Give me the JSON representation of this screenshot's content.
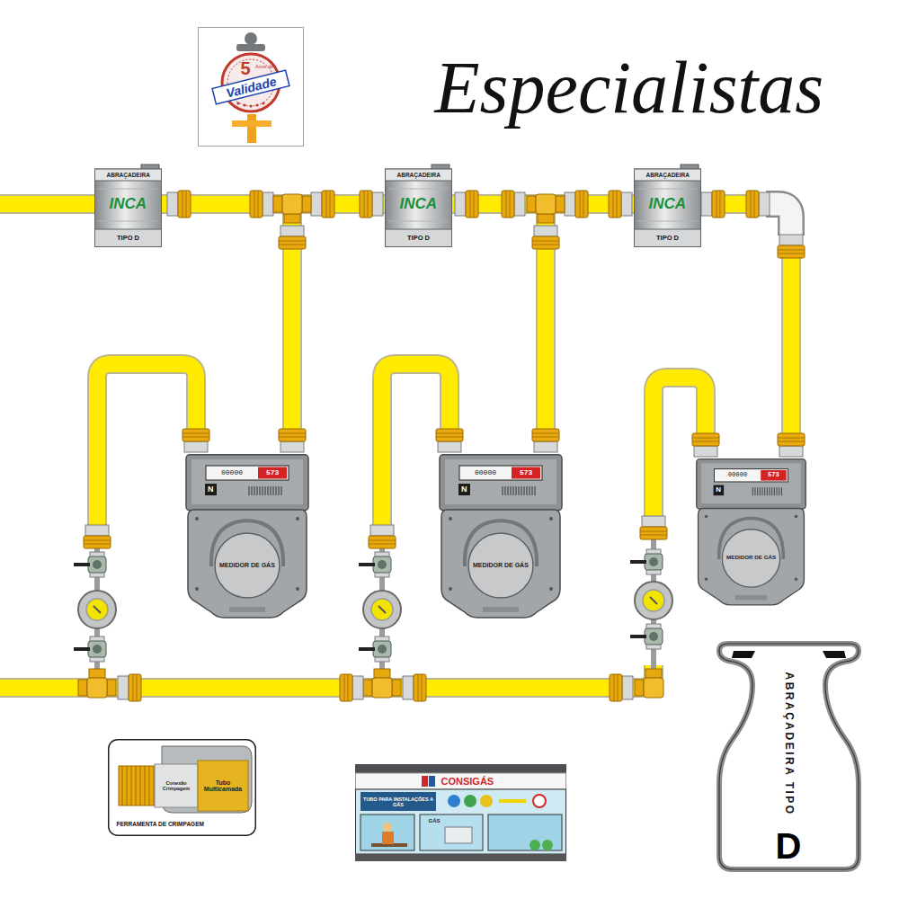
{
  "diagram": {
    "title": "Especialistas",
    "nodes": [
      {
        "text": [
          "5",
          "Anos de",
          "Validade"
        ]
      },
      {
        "text": [
          "ABRAÇADEIRA",
          "INCA",
          "TIPO D"
        ]
      },
      {
        "text": [
          "ABRAÇADEIRA",
          "INCA",
          "TIPO D"
        ]
      },
      {
        "text": [
          "ABRAÇADEIRA",
          "INCA",
          "TIPO D"
        ]
      },
      {
        "text": [
          "00000",
          "573",
          "N",
          "MEDIDOR DE GÁS"
        ]
      },
      {
        "text": [
          "00000",
          "573",
          "N",
          "MEDIDOR DE GÁS"
        ]
      },
      {
        "text": [
          "00000",
          "573",
          "N",
          "MEDIDOR DE GÁS"
        ]
      },
      {
        "text": [
          "ABRAÇADEIRA TIPO",
          "D"
        ]
      },
      {
        "text": [
          "Conexão Crimpagem",
          "Tubo Multicamada",
          "FERRAMENTA DE CRIMPAGEM"
        ]
      },
      {
        "text": [
          "CONSIGÁS",
          "TUBO PARA INSTALAÇÕES A GÁS",
          "GÁS"
        ]
      }
    ],
    "edges": [
      {
        "from": 1,
        "to": 2,
        "arrow": "none"
      },
      {
        "from": 2,
        "to": 3,
        "arrow": "none"
      }
    ]
  }
}
